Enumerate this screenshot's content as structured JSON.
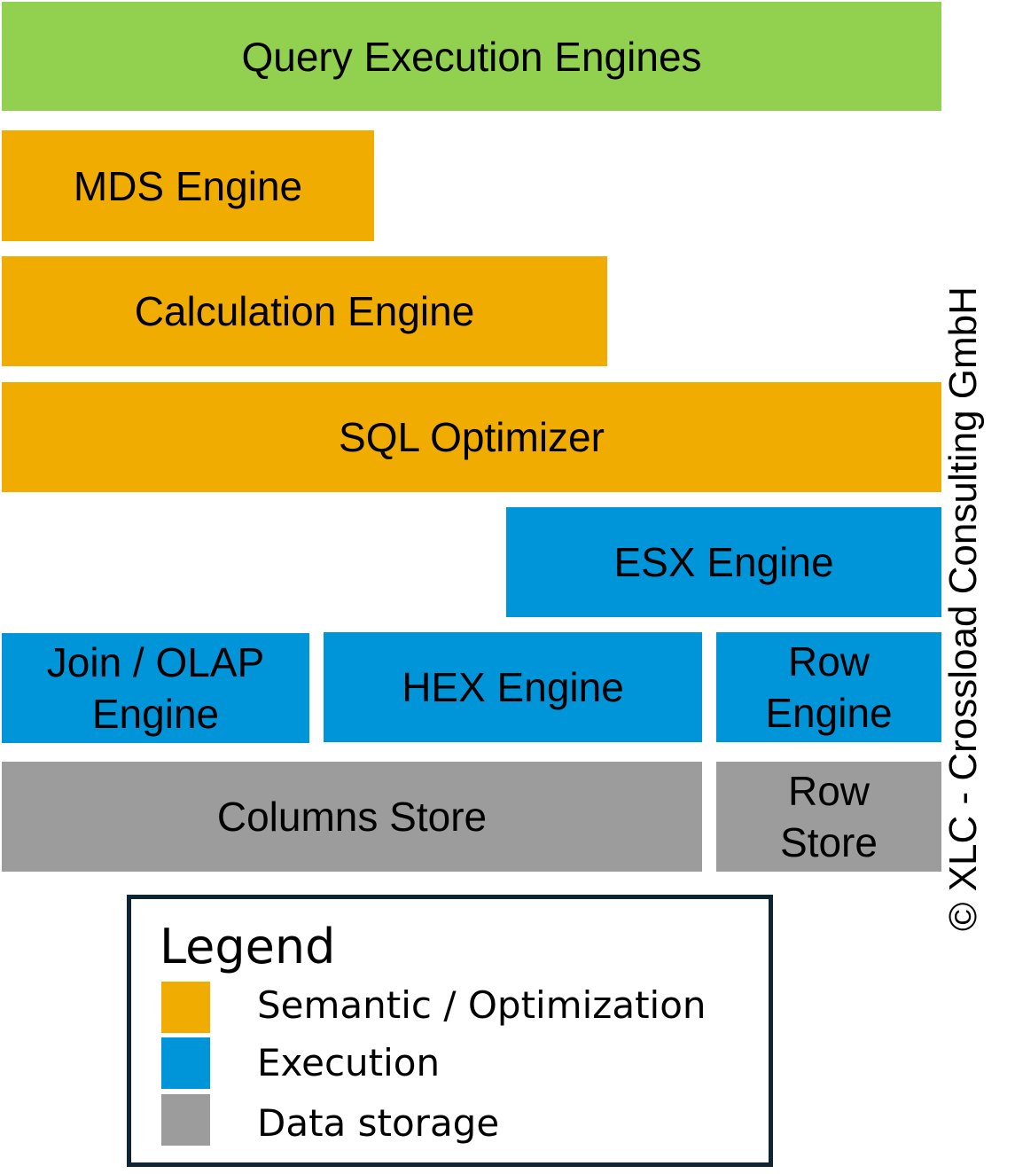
{
  "blocks": {
    "query_execution_engines": {
      "label": "Query Execution Engines",
      "category": "header",
      "color": "#92d050"
    },
    "mds_engine": {
      "label": "MDS Engine",
      "category": "Semantic / Optimization",
      "color": "#f0ac00"
    },
    "calculation_engine": {
      "label": "Calculation Engine",
      "category": "Semantic / Optimization",
      "color": "#f0ac00"
    },
    "sql_optimizer": {
      "label": "SQL Optimizer",
      "category": "Semantic / Optimization",
      "color": "#f0ac00"
    },
    "esx_engine": {
      "label": "ESX Engine",
      "category": "Execution",
      "color": "#0095d9"
    },
    "join_olap_engine": {
      "line1": "Join / OLAP",
      "line2": "Engine",
      "category": "Execution",
      "color": "#0095d9"
    },
    "hex_engine": {
      "label": "HEX Engine",
      "category": "Execution",
      "color": "#0095d9"
    },
    "row_engine": {
      "line1": "Row",
      "line2": "Engine",
      "category": "Execution",
      "color": "#0095d9"
    },
    "columns_store": {
      "label": "Columns Store",
      "category": "Data storage",
      "color": "#9c9c9c"
    },
    "row_store": {
      "line1": "Row",
      "line2": "Store",
      "category": "Data storage",
      "color": "#9c9c9c"
    }
  },
  "legend": {
    "title": "Legend",
    "items": [
      {
        "label": "Semantic / Optimization",
        "color": "#f0ac00"
      },
      {
        "label": "Execution",
        "color": "#0095d9"
      },
      {
        "label": "Data storage",
        "color": "#9c9c9c"
      }
    ]
  },
  "copyright": "© XLC - Crossload Consulting GmbH"
}
